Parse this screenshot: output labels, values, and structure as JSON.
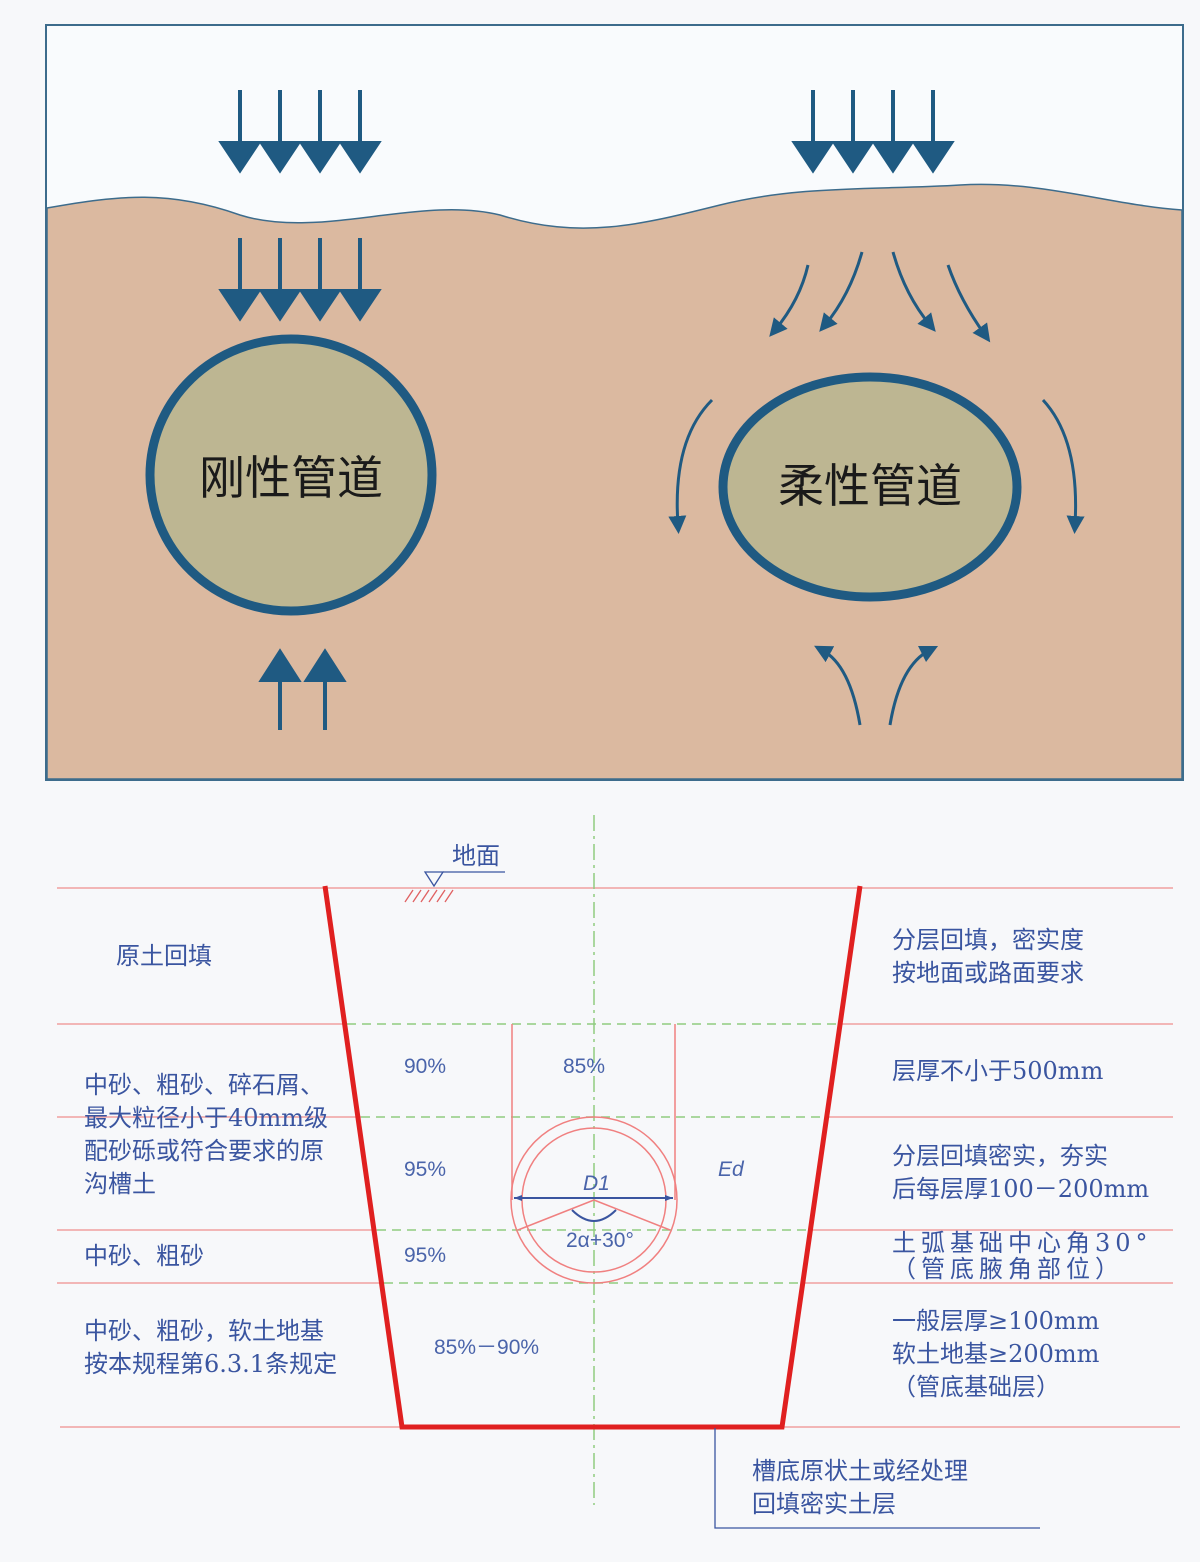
{
  "top": {
    "rigid_pipe_label": "刚性管道",
    "flexible_pipe_label": "柔性管道",
    "colors": {
      "soil": "#dbb9a0",
      "pipe_fill": "#bdb692",
      "pipe_stroke": "#1f5a82",
      "arrow": "#1f5a82"
    }
  },
  "bottom": {
    "ground_label": "地面",
    "left_labels": [
      {
        "lines": [
          "原土回填"
        ]
      },
      {
        "lines": [
          "中砂、粗砂、碎石屑、",
          "最大粒径小于40mm级",
          "配砂砾或符合要求的原",
          "沟槽土"
        ]
      },
      {
        "lines": [
          "中砂、粗砂"
        ]
      },
      {
        "lines": [
          "中砂、粗砂，软土地基",
          "按本规程第6.3.1条规定"
        ]
      }
    ],
    "right_labels": [
      {
        "lines": [
          "分层回填，密实度",
          "按地面或路面要求"
        ]
      },
      {
        "lines": [
          "层厚不小于500mm"
        ]
      },
      {
        "lines": [
          "分层回填密实，夯实",
          "后每层厚100－200mm"
        ]
      },
      {
        "lines": [
          "土弧基础中心角30°",
          "（管底腋角部位）"
        ]
      },
      {
        "lines": [
          "一般层厚≥100mm",
          "软土地基≥200mm",
          "（管底基础层）"
        ]
      }
    ],
    "compaction": {
      "side_upper": "90%",
      "center_upper": "85%",
      "side_middle": "95%",
      "side_lower": "95%",
      "base": "85%－90%"
    },
    "pipe_diameter_label": "D1",
    "soil_modulus_label": "Ed",
    "angle_label": "2α+30°",
    "bottom_note": [
      "槽底原状土或经处理",
      "回填密实土层"
    ],
    "colors": {
      "trench": "#e02020",
      "layer_line": "#f0a0a0",
      "center_line": "#90cc80",
      "text": "#3a55a0"
    }
  }
}
